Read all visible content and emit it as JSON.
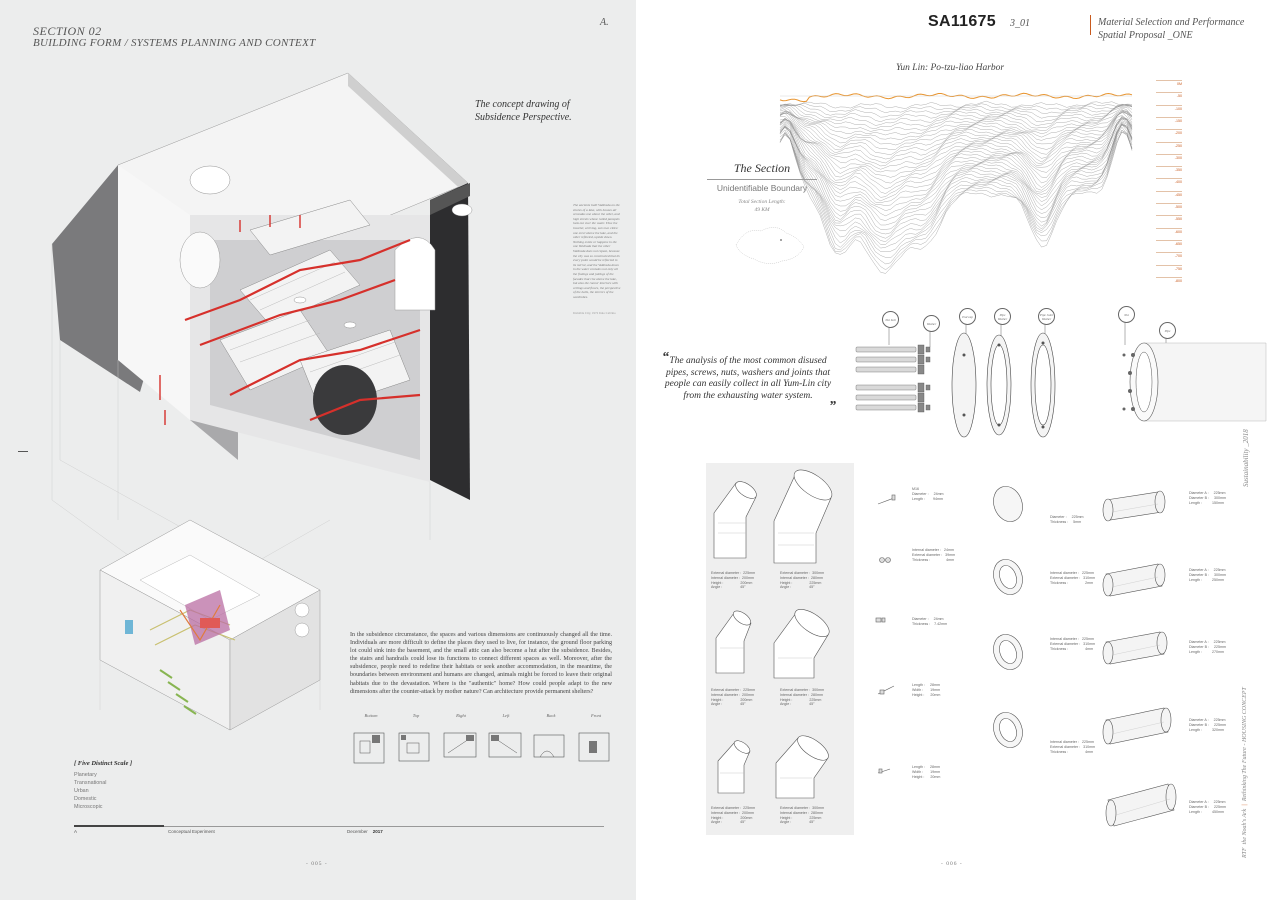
{
  "left_page": {
    "section_number": "SECTION 02",
    "section_title": "BUILDING FORM / SYSTEMS PLANNING AND CONTEXT",
    "section_letter": "A.",
    "concept_caption": "The concept drawing of Subsidence Perspective.",
    "side_story": "The ancients built Valdrada on the shores of a lake, with houses all verandas one above the other, and high streets whose railed parapets look out over the water. Thus the traveler, arriving, sees two cities: one erect above the lake, and the other reflected, upside down. Nothing exists or happens in the one Valdrada that the other Valdrada does not repeat, because the city was so constructed that its every point would be reflected in its mirror, and the Valdrada down in the water contains not only all the flutings and juttings of the facades that rise above the lake, but also the rooms' interiors with ceilings and floors, the perspective of the halls, the mirrors of the wardrobes.",
    "side_story_credit": "Invisible City, 1972 Italo Calvino",
    "body_paragraph": "In the subsidence circumstance, the spaces and various dimensions are continuously changed all the time. Individuals are more difficult to define the places they used to live, for instance, the ground floor parking lot could sink into the basement, and the small attic can also become a hut after the subsidence. Besides, the stairs and handrails could lose its functions to connect different spaces as well. Moreover, after the subsidence, people need to redefine their habitats or seek another accommodation, in the meantime, the boundaries between environment and humans are changed, animals might be forced to leave their original habitats due to the devastation. Where is the \"authentic\" home? How could people adapt to the new dimensions after the counter-attack by mother nature? Can architecture provide permanent shelters?",
    "views": [
      "Bottom",
      "Top",
      "Right",
      "Left",
      "Back",
      "Front"
    ],
    "scale_title": "[ Five Distinct Scale ]",
    "scale_items": [
      "Planetary",
      "Transnational",
      "Urban",
      "Domestic",
      "Microscopic"
    ],
    "footer_number": "A",
    "footer_center": "Conceptual Experiment",
    "footer_month": "December",
    "footer_year": "2017",
    "page_number": "- 005 -",
    "colors": {
      "accent_red": "#d6302b",
      "background": "#eceded"
    }
  },
  "right_page": {
    "code": "SA11675",
    "code_sub": "3_01",
    "header_title_1": "Material Selection and Performance",
    "header_title_2": "Spatial Proposal _ONE",
    "chart_title": "Yun Lin: Po-tzu-liao Harbor",
    "section_heading": "The Section",
    "section_subheading": "Unidentifiable Boundary",
    "total_length_label": "Total Section Length:",
    "total_length_value": "49 KM",
    "axis_labels": [
      "0M",
      "-50",
      "-100",
      "-150",
      "-200",
      "-250",
      "-300",
      "-350",
      "-400",
      "-450",
      "-500",
      "-550",
      "-600",
      "-650",
      "-700",
      "-750",
      "-800"
    ],
    "quote": "The analysis of the most common disused pipes, screws, nuts, washers and joints that people can easily collect in all Yum-Lin city from the exhausting water system.",
    "callouts": [
      "Nut bolt",
      "Washer",
      "End cap",
      "Pipe Washer",
      "Pipe Joint Washer",
      "Nut",
      "Pipe"
    ],
    "elbow_specs": [
      "External diameter :  225mm\nInternal diameter :  200mm\nHeight :                 200mm\nAngle :                  45°",
      "External diameter :  300mm\nInternal diameter :  280mm\nHeight :                 225mm\nAngle :                  45°"
    ],
    "bolt_specs": [
      "M16\nDiameter :     24mm\nLength :        94mm",
      "Internal diameter :   24mm\nExternal diameter :   39mm\nThickness :                4mm",
      "Diameter :     24mm\nThickness :    7.42mm",
      "Length :     28mm\nWidth :       19mm\nHeight :      20mm",
      "Length :     28mm\nWidth :       19mm\nHeight :      20mm"
    ],
    "washer_specs": [
      "Diameter :     225mm\nThickness :     5mm",
      "Internal diameter :   225mm\nExternal diameter :   310mm\nThickness :                 2mm",
      "Internal diameter :   225mm\nExternal diameter :   310mm\nThickness :                 4mm",
      "Internal diameter :   225mm\nExternal diameter :   310mm\nThickness :                 4mm"
    ],
    "pipe_specs": [
      "Diameter A :     225mm\nDiameter B :     300mm\nLength :          150mm",
      "Diameter A :     225mm\nDiameter B :     300mm\nLength :          250mm",
      "Diameter A :     225mm\nDiameter B :     225mm\nLength :          270mm",
      "Diameter A :     225mm\nDiameter B :     225mm\nLength :          320mm",
      "Diameter A :     225mm\nDiameter B :     225mm\nLength :          450mm"
    ],
    "vertical_label": "Sustainability _2018",
    "vertical_footer_1": "RTF",
    "vertical_footer_2": "the Noah's Ark",
    "vertical_footer_3": "Rethinking The Future - HOUSING CONCEPT",
    "page_number": "- 006 -",
    "colors": {
      "accent_orange": "#c85a1e",
      "profile_line": "#e8942e"
    }
  }
}
